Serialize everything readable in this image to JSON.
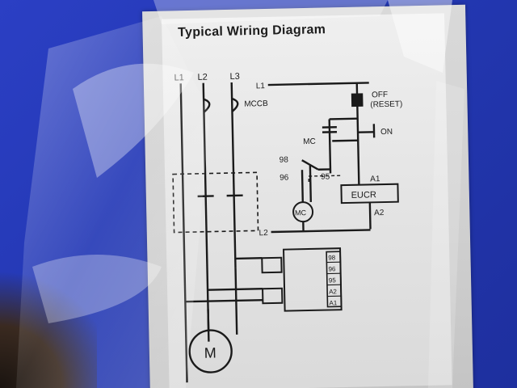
{
  "diagram": {
    "title": "Typical Wiring Diagram",
    "labels": {
      "l1_top": "L1",
      "l2_top": "L2",
      "l3_top": "L3",
      "l1_mid": "L1",
      "l2_mid": "L2",
      "mccb": "MCCB",
      "off": "OFF",
      "reset": "(RESET)",
      "on": "ON",
      "mc": "MC",
      "t98": "98",
      "t96": "96",
      "t95": "95",
      "a1": "A1",
      "a2": "A2",
      "eucr": "EUCR",
      "mc_coil": "MC",
      "motor": "M"
    },
    "terminal_block": [
      "98",
      "96",
      "95",
      "A2",
      "A1"
    ]
  },
  "colors": {
    "background": "#2338b3",
    "plate": "#e6e6e6",
    "ink": "#1a1a1a"
  }
}
